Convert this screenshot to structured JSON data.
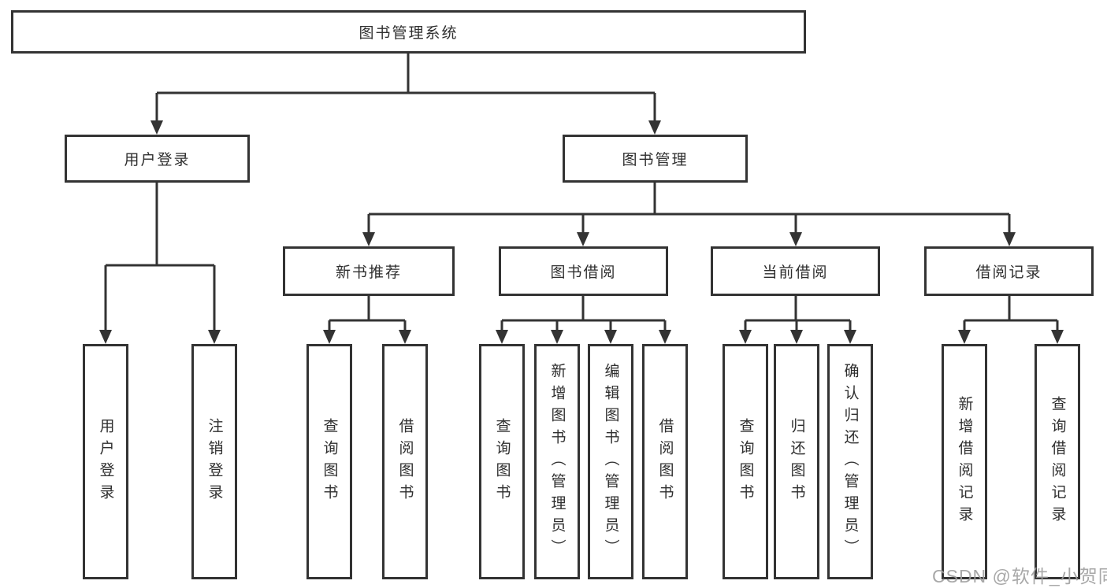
{
  "tree": {
    "root": "图书管理系统",
    "l2": [
      {
        "label": "用户登录"
      },
      {
        "label": "图书管理"
      }
    ],
    "l3": [
      {
        "label": "新书推荐"
      },
      {
        "label": "图书借阅"
      },
      {
        "label": "当前借阅"
      },
      {
        "label": "借阅记录"
      }
    ],
    "leaves": {
      "login": [
        "用户登录",
        "注销登录"
      ],
      "recommend": [
        "查询图书",
        "借阅图书"
      ],
      "borrow": [
        "查询图书",
        "新增图书（管理员）",
        "编辑图书（管理员）",
        "借阅图书"
      ],
      "current": [
        "查询图书",
        "归还图书",
        "确认归还（管理员）"
      ],
      "records": [
        "新增借阅记录",
        "查询借阅记录"
      ]
    }
  },
  "watermark": "CSDN @软件_小贺同学",
  "colors": {
    "line": "#333333",
    "text": "#2f2f2f",
    "box_background": "#ffffff",
    "watermark": "#9e9e9e"
  }
}
